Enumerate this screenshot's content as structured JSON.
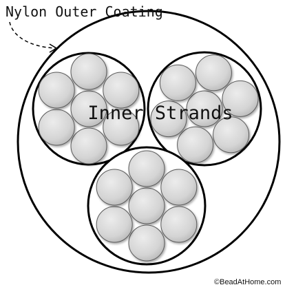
{
  "labels": {
    "outer_coating": "Nylon Outer Coating",
    "inner_strands": "Inner Strands",
    "copyright": "©BeadAtHome.com"
  },
  "colors": {
    "outline": "#000000",
    "strand_fill_light": "#e4e4e4",
    "strand_fill_dark": "#bdbdbd",
    "strand_stroke": "#5a5a5a",
    "background": "#ffffff"
  },
  "diagram": {
    "bundles": 3,
    "strands_per_bundle": 7
  }
}
